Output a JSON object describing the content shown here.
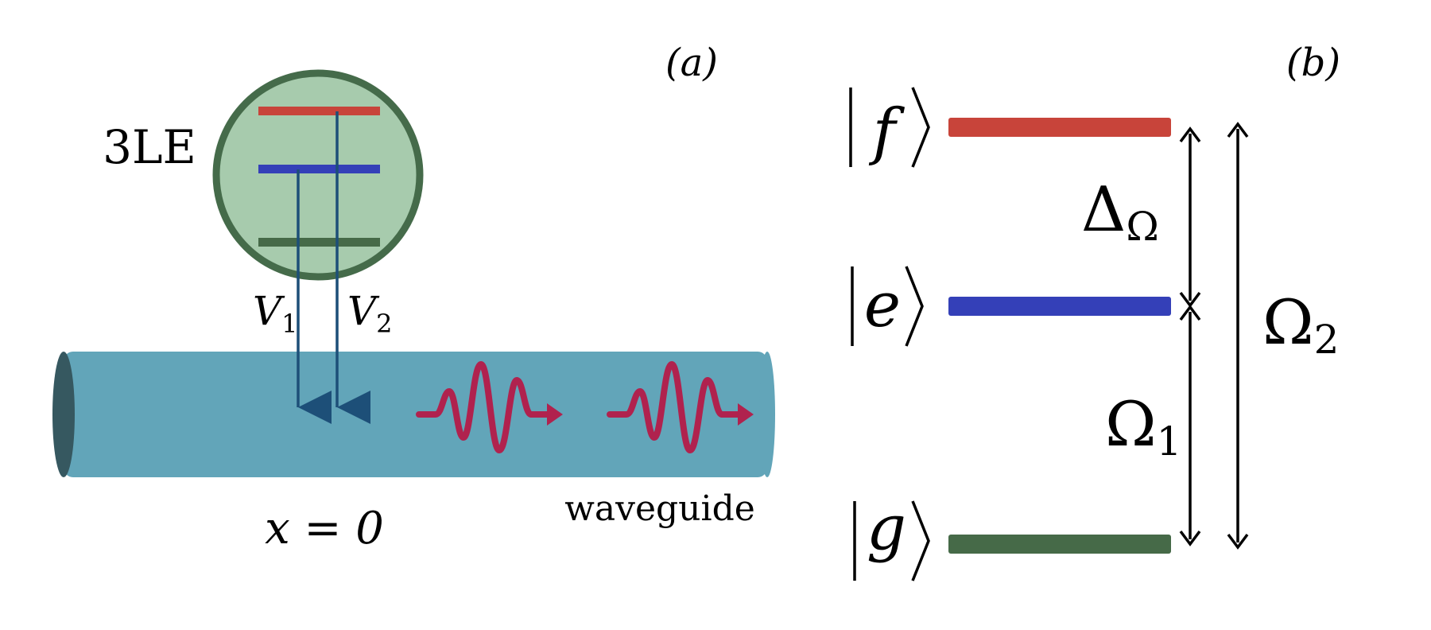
{
  "panel_a": {
    "label": "(a)",
    "emitter_label": "3LE",
    "coupling_1": {
      "symbol": "V",
      "sub": "1"
    },
    "coupling_2": {
      "symbol": "V",
      "sub": "2"
    },
    "position_label": "x = 0",
    "waveguide_label": "waveguide"
  },
  "panel_b": {
    "label": "(b)",
    "states": {
      "f": "f",
      "e": "e",
      "g": "g"
    },
    "delta": {
      "symbol": "Δ",
      "sub": "Ω"
    },
    "omega_1": {
      "symbol": "Ω",
      "sub": "1"
    },
    "omega_2": {
      "symbol": "Ω",
      "sub": "2"
    }
  },
  "colors": {
    "level_f": "#c8443a",
    "level_e": "#3440b8",
    "level_g": "#466a48",
    "emitter_fill": "#a7cbad",
    "emitter_stroke": "#456b4a",
    "waveguide": "#62a5b9",
    "waveguide_end": "#365860",
    "coupling_arrow": "#1d4f78",
    "photon": "#b0224e"
  }
}
